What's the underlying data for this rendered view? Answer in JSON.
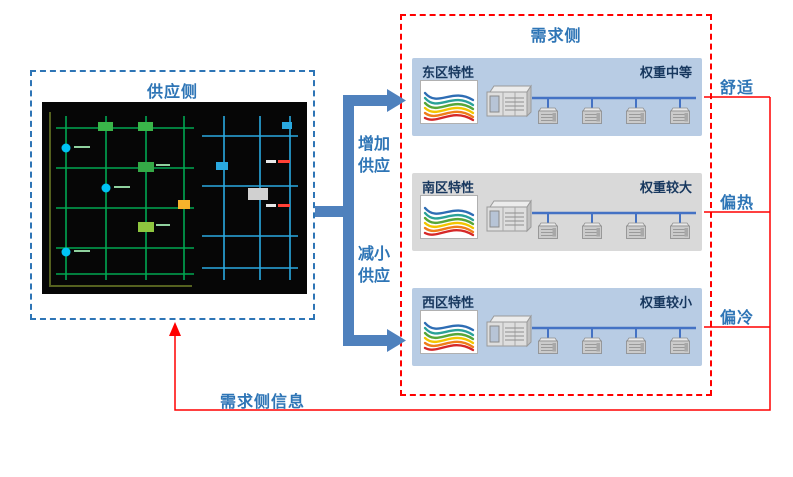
{
  "supply": {
    "title": "供应侧"
  },
  "demand": {
    "title": "需求侧",
    "panels": [
      {
        "title": "东区特性",
        "weight": "权重中等",
        "status": "舒适",
        "bg": "#b8cce4"
      },
      {
        "title": "南区特性",
        "weight": "权重较大",
        "status": "偏热",
        "bg": "#d9d9d9"
      },
      {
        "title": "西区特性",
        "weight": "权重较小",
        "status": "偏冷",
        "bg": "#b8cce4"
      }
    ]
  },
  "flows": {
    "increase": [
      "增加",
      "供应"
    ],
    "decrease": [
      "减小",
      "供应"
    ],
    "feedback": "需求侧信息"
  },
  "icons": {
    "scada": "supply-scada-screenshot",
    "chart": "zone-characteristic-chart-icon",
    "ahu": "air-handling-unit-icon",
    "fan_coil": "fan-coil-unit-icon"
  },
  "colors": {
    "accent_blue": "#2e75b6",
    "arrow_blue": "#4f81bd",
    "duct_blue": "#4472c4",
    "alert_red": "#ff0000",
    "panel_blue_bg": "#b8cce4",
    "panel_gray_bg": "#d9d9d9",
    "panel_text_navy": "#17375e"
  }
}
